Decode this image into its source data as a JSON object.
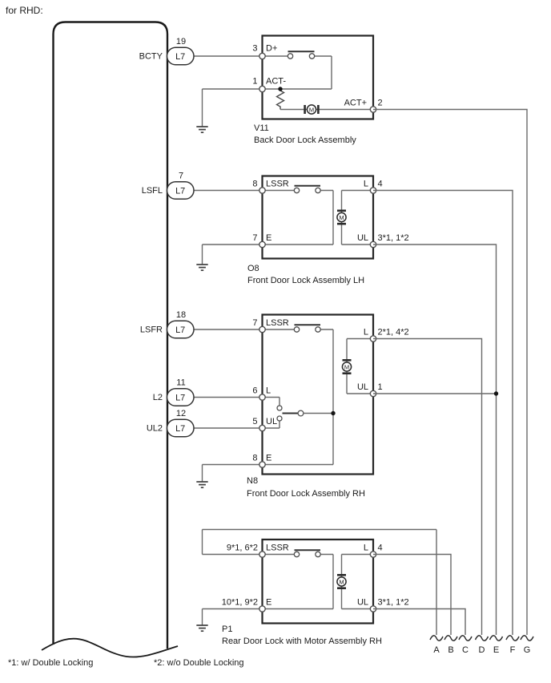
{
  "header": {
    "title": "for RHD:"
  },
  "colors": {
    "wire": "#6a6a6a",
    "outline": "#262626",
    "text": "#1b1b1b",
    "background": "#ffffff"
  },
  "ecu": {
    "connectors": [
      {
        "signal": "BCTY",
        "pin": "19",
        "cavity": "L7"
      },
      {
        "signal": "LSFL",
        "pin": "7",
        "cavity": "L7"
      },
      {
        "signal": "LSFR",
        "pin": "18",
        "cavity": "L7"
      },
      {
        "signal": "L2",
        "pin": "11",
        "cavity": "L7"
      },
      {
        "signal": "UL2",
        "pin": "12",
        "cavity": "L7"
      }
    ]
  },
  "components": [
    {
      "id": "V11",
      "name": "Back Door Lock Assembly",
      "pins_left": [
        {
          "num": "3",
          "name": "D+"
        },
        {
          "num": "1",
          "name": "ACT-"
        }
      ],
      "pins_right": [
        {
          "num": "2",
          "name": "ACT+"
        }
      ]
    },
    {
      "id": "O8",
      "name": "Front Door Lock Assembly LH",
      "pins_left": [
        {
          "num": "8",
          "name": "LSSR"
        },
        {
          "num": "7",
          "name": "E"
        }
      ],
      "pins_right": [
        {
          "num": "4",
          "name": "L"
        },
        {
          "num": "3*1, 1*2",
          "name": "UL"
        }
      ]
    },
    {
      "id": "N8",
      "name": "Front Door Lock Assembly RH",
      "pins_left": [
        {
          "num": "7",
          "name": "LSSR"
        },
        {
          "num": "6",
          "name": "L"
        },
        {
          "num": "5",
          "name": "UL"
        },
        {
          "num": "8",
          "name": "E"
        }
      ],
      "pins_right": [
        {
          "num": "2*1, 4*2",
          "name": "L"
        },
        {
          "num": "1",
          "name": "UL"
        }
      ]
    },
    {
      "id": "P1",
      "name": "Rear Door Lock with Motor Assembly RH",
      "pins_left": [
        {
          "num": "9*1, 6*2",
          "name": "LSSR"
        },
        {
          "num": "10*1, 9*2",
          "name": "E"
        }
      ],
      "pins_right": [
        {
          "num": "4",
          "name": "L"
        },
        {
          "num": "3*1, 1*2",
          "name": "UL"
        }
      ]
    }
  ],
  "motor": {
    "label": "M"
  },
  "branches": [
    "A",
    "B",
    "C",
    "D",
    "E",
    "F",
    "G"
  ],
  "footnotes": [
    "*1: w/ Double Locking",
    "*2: w/o Double Locking"
  ]
}
